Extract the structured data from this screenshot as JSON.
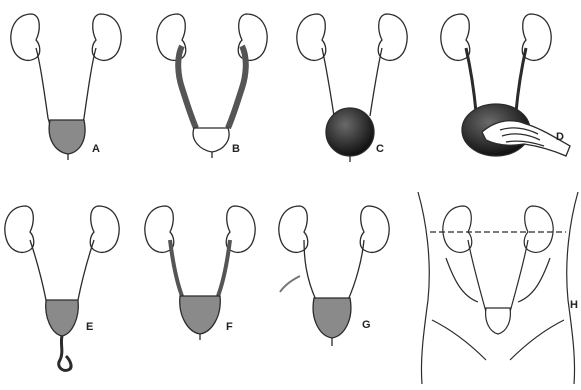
{
  "panels": [
    {
      "label": "A"
    },
    {
      "label": "B"
    },
    {
      "label": "C"
    },
    {
      "label": "D"
    },
    {
      "label": "E"
    },
    {
      "label": "F"
    },
    {
      "label": "G"
    },
    {
      "label": "H"
    }
  ],
  "colors": {
    "line": "#2b2b2b",
    "urine_fill": "#8a8a8a",
    "dark_bladder": "#1e1e1e",
    "background": "#ffffff"
  }
}
